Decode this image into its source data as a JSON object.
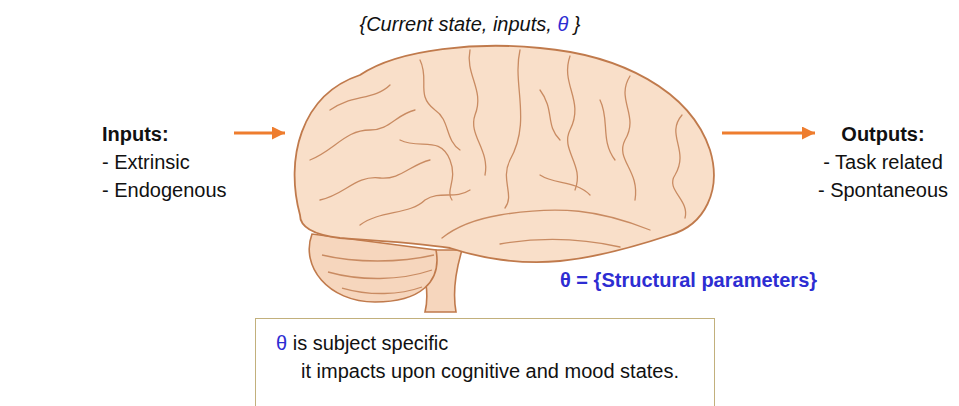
{
  "diagram": {
    "nodes": [
      {
        "text": [
          "Inputs:",
          "- Extrinsic",
          "- Endogenous"
        ]
      },
      {
        "text": [
          "{Current state, inputs, θ }",
          "θ = {Structural parameters}"
        ]
      },
      {
        "text": [
          "Outputs:",
          "- Task related",
          "- Spontaneous"
        ]
      },
      {
        "text": [
          "θ is subject specific",
          "it impacts upon cognitive and mood states."
        ]
      }
    ],
    "edges": [
      {
        "from": 0,
        "to": 1,
        "arrow": "to"
      },
      {
        "from": 1,
        "to": 2,
        "arrow": "to"
      }
    ]
  }
}
